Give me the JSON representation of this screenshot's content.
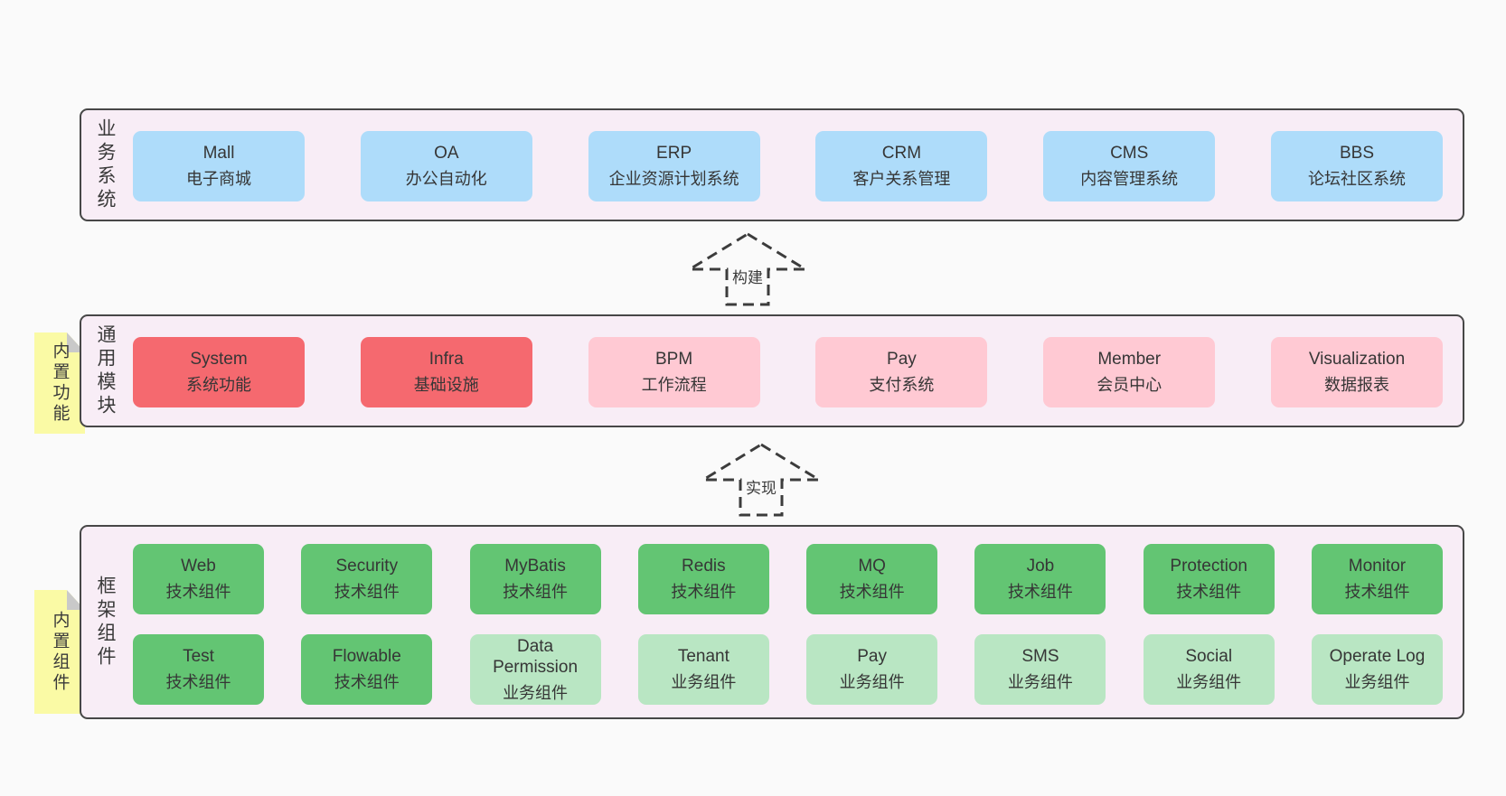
{
  "colors": {
    "page_bg": "#fafafa",
    "band_bg": "#f8edf6",
    "band_border": "#474747",
    "sticky": "#fafaa5",
    "blue": "#aedcfa",
    "red": "#f5696f",
    "pink": "#ffc9d3",
    "green": "#63c573",
    "lightgreen": "#b9e6c3"
  },
  "arrows": [
    {
      "label": "构建"
    },
    {
      "label": "实现"
    }
  ],
  "bands": [
    {
      "label": "业务系统",
      "sticky": null,
      "rows": [
        [
          {
            "name": "Mall",
            "desc": "电子商城",
            "color": "blue"
          },
          {
            "name": "OA",
            "desc": "办公自动化",
            "color": "blue"
          },
          {
            "name": "ERP",
            "desc": "企业资源计划系统",
            "color": "blue"
          },
          {
            "name": "CRM",
            "desc": "客户关系管理",
            "color": "blue"
          },
          {
            "name": "CMS",
            "desc": "内容管理系统",
            "color": "blue"
          },
          {
            "name": "BBS",
            "desc": "论坛社区系统",
            "color": "blue"
          }
        ]
      ]
    },
    {
      "label": "通用模块",
      "sticky": "内置功能",
      "rows": [
        [
          {
            "name": "System",
            "desc": "系统功能",
            "color": "red"
          },
          {
            "name": "Infra",
            "desc": "基础设施",
            "color": "red"
          },
          {
            "name": "BPM",
            "desc": "工作流程",
            "color": "pink"
          },
          {
            "name": "Pay",
            "desc": "支付系统",
            "color": "pink"
          },
          {
            "name": "Member",
            "desc": "会员中心",
            "color": "pink"
          },
          {
            "name": "Visualization",
            "desc": "数据报表",
            "color": "pink"
          }
        ]
      ]
    },
    {
      "label": "框架组件",
      "sticky": "内置组件",
      "rows": [
        [
          {
            "name": "Web",
            "desc": "技术组件",
            "color": "green"
          },
          {
            "name": "Security",
            "desc": "技术组件",
            "color": "green"
          },
          {
            "name": "MyBatis",
            "desc": "技术组件",
            "color": "green"
          },
          {
            "name": "Redis",
            "desc": "技术组件",
            "color": "green"
          },
          {
            "name": "MQ",
            "desc": "技术组件",
            "color": "green"
          },
          {
            "name": "Job",
            "desc": "技术组件",
            "color": "green"
          },
          {
            "name": "Protection",
            "desc": "技术组件",
            "color": "green"
          },
          {
            "name": "Monitor",
            "desc": "技术组件",
            "color": "green"
          }
        ],
        [
          {
            "name": "Test",
            "desc": "技术组件",
            "color": "green"
          },
          {
            "name": "Flowable",
            "desc": "技术组件",
            "color": "green"
          },
          {
            "name": "Data Permission",
            "desc": "业务组件",
            "color": "lightgreen"
          },
          {
            "name": "Tenant",
            "desc": "业务组件",
            "color": "lightgreen"
          },
          {
            "name": "Pay",
            "desc": "业务组件",
            "color": "lightgreen"
          },
          {
            "name": "SMS",
            "desc": "业务组件",
            "color": "lightgreen"
          },
          {
            "name": "Social",
            "desc": "业务组件",
            "color": "lightgreen"
          },
          {
            "name": "Operate Log",
            "desc": "业务组件",
            "color": "lightgreen"
          }
        ]
      ]
    }
  ]
}
